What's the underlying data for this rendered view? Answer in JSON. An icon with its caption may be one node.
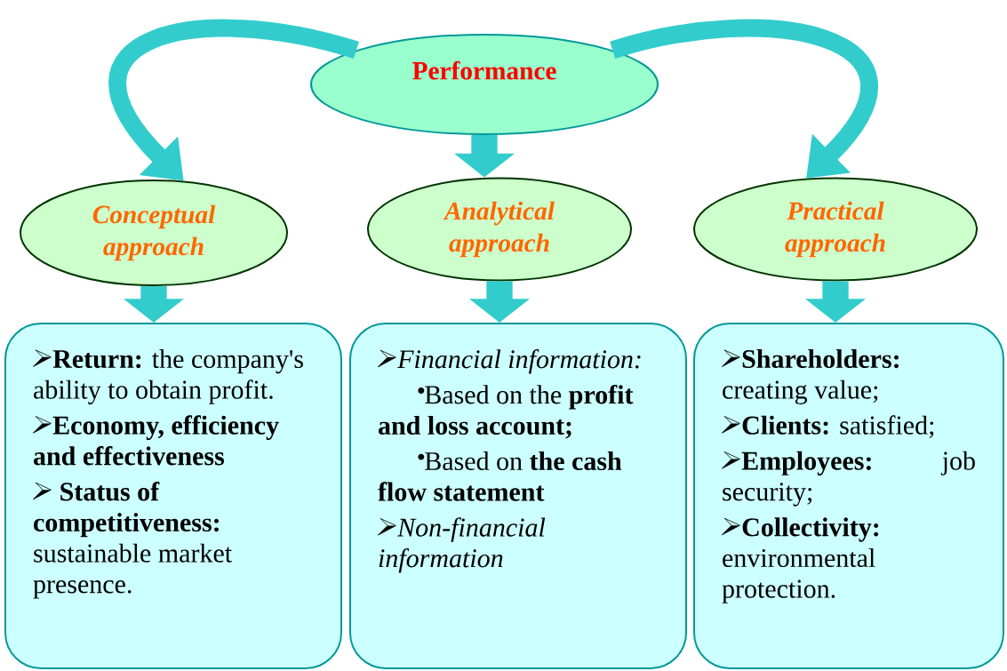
{
  "diagram": {
    "nodes": [
      {
        "text": [
          "Performance"
        ]
      },
      {
        "text": [
          "Conceptual approach"
        ]
      },
      {
        "text": [
          "Analytical approach"
        ]
      },
      {
        "text": [
          "Practical approach"
        ]
      },
      {
        "text": [
          "**Return:** the company's ability to obtain profit.",
          "Economy, efficiency and effectiveness",
          "**Status of competitiveness:** sustainable market presence."
        ]
      },
      {
        "text": [
          "Financial information:",
          "Based on the **profit and loss account;**",
          "Based on **the cash flow statement**",
          "Non-financial information"
        ]
      },
      {
        "text": [
          "**Shareholders:** creating value;",
          "**Clients:** satisfied;",
          "**Employees:** job security;",
          "**Collectivity:** environmental protection."
        ]
      }
    ],
    "edges": [
      {
        "from": 0,
        "to": 1,
        "arrow": "to"
      },
      {
        "from": 0,
        "to": 2,
        "arrow": "to"
      },
      {
        "from": 0,
        "to": 3,
        "arrow": "to"
      },
      {
        "from": 1,
        "to": 4,
        "arrow": "to"
      },
      {
        "from": 2,
        "to": 5,
        "arrow": "to"
      },
      {
        "from": 3,
        "to": 6,
        "arrow": "to"
      }
    ]
  }
}
